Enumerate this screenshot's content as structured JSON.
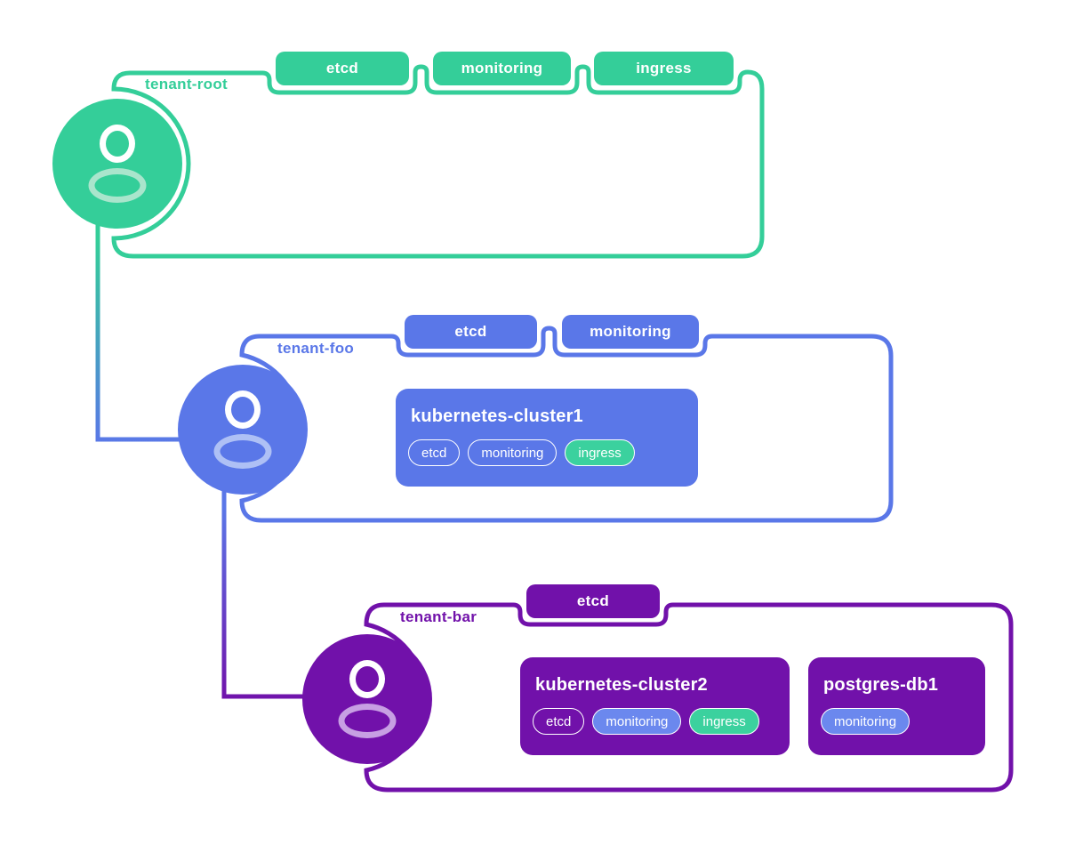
{
  "tenants": [
    {
      "name": "tenant-root",
      "accent_color": "#34CE99",
      "tags": [
        "etcd",
        "monitoring",
        "ingress"
      ],
      "workloads": []
    },
    {
      "name": "tenant-foo",
      "accent_color": "#5A77E8",
      "tags": [
        "etcd",
        "monitoring"
      ],
      "workloads": [
        {
          "title": "kubernetes-cluster1",
          "pills": [
            {
              "label": "etcd",
              "variant": "outline"
            },
            {
              "label": "monitoring",
              "variant": "outline"
            },
            {
              "label": "ingress",
              "variant": "green"
            }
          ]
        }
      ]
    },
    {
      "name": "tenant-bar",
      "accent_color": "#7111AA",
      "tags": [
        "etcd"
      ],
      "workloads": [
        {
          "title": "kubernetes-cluster2",
          "pills": [
            {
              "label": "etcd",
              "variant": "outline"
            },
            {
              "label": "monitoring",
              "variant": "blue"
            },
            {
              "label": "ingress",
              "variant": "green"
            }
          ]
        },
        {
          "title": "postgres-db1",
          "pills": [
            {
              "label": "monitoring",
              "variant": "blue"
            }
          ]
        }
      ]
    }
  ],
  "icons": {
    "avatar": "person-icon"
  },
  "palette": {
    "green": "#34CE99",
    "blue": "#5A77E8",
    "purple": "#7111AA",
    "pill_blue": "#6B88EE",
    "pill_green": "#3BD19E",
    "torso_green": "#A9E5CC",
    "torso_blue": "#AEC0F5",
    "torso_purple": "#C79FE3"
  }
}
